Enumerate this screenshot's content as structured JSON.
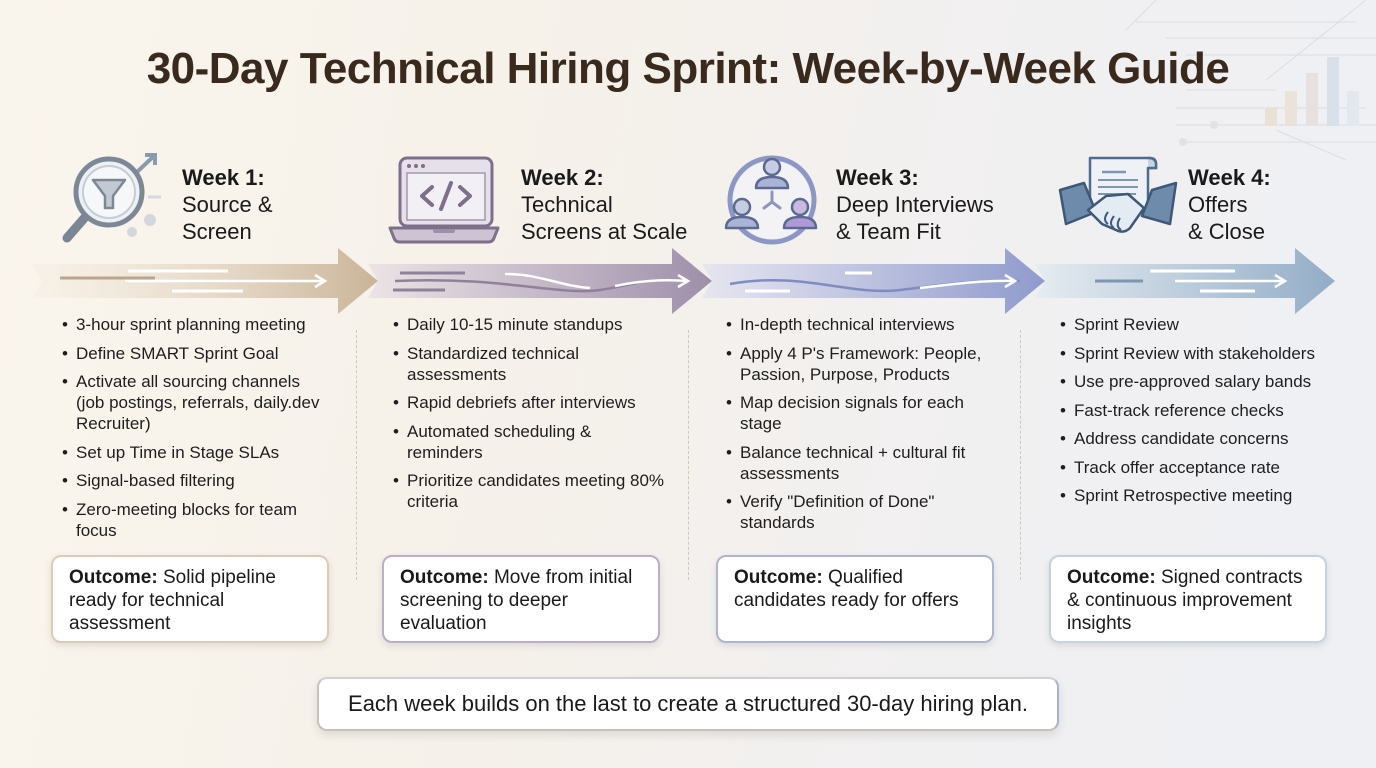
{
  "title": "30-Day Technical Hiring Sprint: Week-by-Week Guide",
  "weeks": [
    {
      "label": "Week 1:",
      "subtitle_line1": "Source &",
      "subtitle_line2": "Screen",
      "icon": "magnifier-funnel-icon",
      "color": "#c9b59a",
      "bullets": [
        "3-hour sprint planning meeting",
        "Define SMART Sprint Goal",
        "Activate all sourcing channels (job postings, referrals, daily.dev Recruiter)",
        "Set up Time in Stage SLAs",
        "Signal-based filtering",
        "Zero-meeting blocks for team focus"
      ],
      "outcome_label": "Outcome:",
      "outcome_text": "Solid pipeline ready for technical assessment",
      "outcome_border": "#d8c7b0"
    },
    {
      "label": "Week 2:",
      "subtitle_line1": "Technical",
      "subtitle_line2": "Screens at Scale",
      "icon": "laptop-code-icon",
      "color": "#a393ad",
      "bullets": [
        "Daily 10-15 minute standups",
        "Standardized technical assessments",
        "Rapid debriefs after interviews",
        "Automated scheduling & reminders",
        "Prioritize candidates meeting 80% criteria"
      ],
      "outcome_label": "Outcome:",
      "outcome_text": "Move from initial screening to deeper evaluation",
      "outcome_border": "#b3a5bf"
    },
    {
      "label": "Week 3:",
      "subtitle_line1": "Deep Interviews",
      "subtitle_line2": "& Team Fit",
      "icon": "team-circle-icon",
      "color": "#98a3cf",
      "bullets": [
        "In-depth technical interviews",
        "Apply 4 P's Framework: People, Passion, Purpose, Products",
        "Map decision signals for each stage",
        "Balance technical + cultural fit assessments",
        "Verify \"Definition of Done\" standards"
      ],
      "outcome_label": "Outcome:",
      "outcome_text": "Qualified candidates ready for offers",
      "outcome_border": "#a9b0cf"
    },
    {
      "label": "Week 4:",
      "subtitle_line1": "Offers",
      "subtitle_line2": "& Close",
      "icon": "handshake-contract-icon",
      "color": "#9fb6cc",
      "bullets": [
        "Sprint Review",
        "Sprint Review with stakeholders",
        "Use pre-approved salary bands",
        "Fast-track reference checks",
        "Address candidate concerns",
        "Track offer acceptance rate",
        "Sprint Retrospective meeting"
      ],
      "outcome_label": "Outcome:",
      "outcome_text": "Signed contracts & continuous improvement insights",
      "outcome_border": "#c2cfdc"
    }
  ],
  "footer": "Each week builds on the last to create a structured 30-day hiring plan."
}
